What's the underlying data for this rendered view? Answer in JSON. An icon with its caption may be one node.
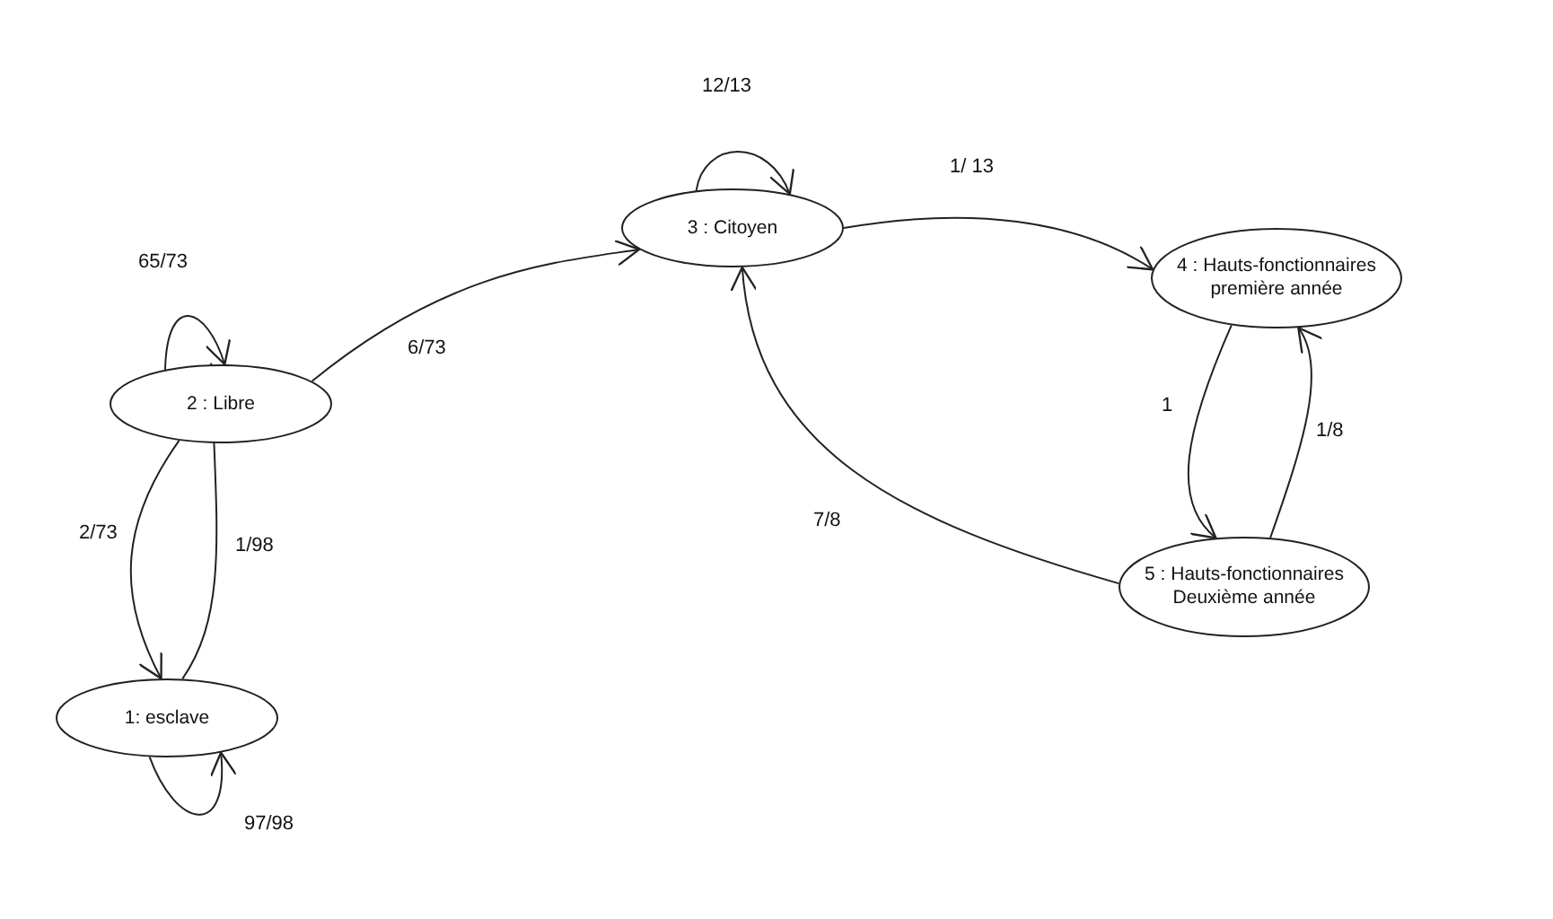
{
  "diagram": {
    "nodes": [
      {
        "text": [
          "3 : Citoyen"
        ]
      },
      {
        "text": [
          "4 : Hauts-fonctionnaires première année"
        ]
      },
      {
        "text": [
          "2 : Libre"
        ]
      },
      {
        "text": [
          "5 : Hauts-fonctionnaires Deuxième année"
        ]
      },
      {
        "text": [
          "1: esclave"
        ]
      }
    ],
    "edges": [
      {
        "from": 0,
        "to": 0,
        "arrow": "to",
        "label": "12/13"
      },
      {
        "from": 0,
        "to": 1,
        "arrow": "to",
        "label": "1/ 13"
      },
      {
        "from": 2,
        "to": 2,
        "arrow": "to",
        "label": "65/73"
      },
      {
        "from": 2,
        "to": 0,
        "arrow": "to",
        "label": "6/73"
      },
      {
        "from": 1,
        "to": 3,
        "arrow": "to",
        "label": "1"
      },
      {
        "from": 3,
        "to": 1,
        "arrow": "to",
        "label": "1/8"
      },
      {
        "from": 3,
        "to": 0,
        "arrow": "to",
        "label": "7/8"
      },
      {
        "from": 2,
        "to": 4,
        "arrow": "to",
        "label": "2/73"
      },
      {
        "from": 4,
        "to": 2,
        "arrow": "to",
        "label": "1/98"
      },
      {
        "from": 4,
        "to": 4,
        "arrow": "to",
        "label": "97/98"
      }
    ]
  }
}
